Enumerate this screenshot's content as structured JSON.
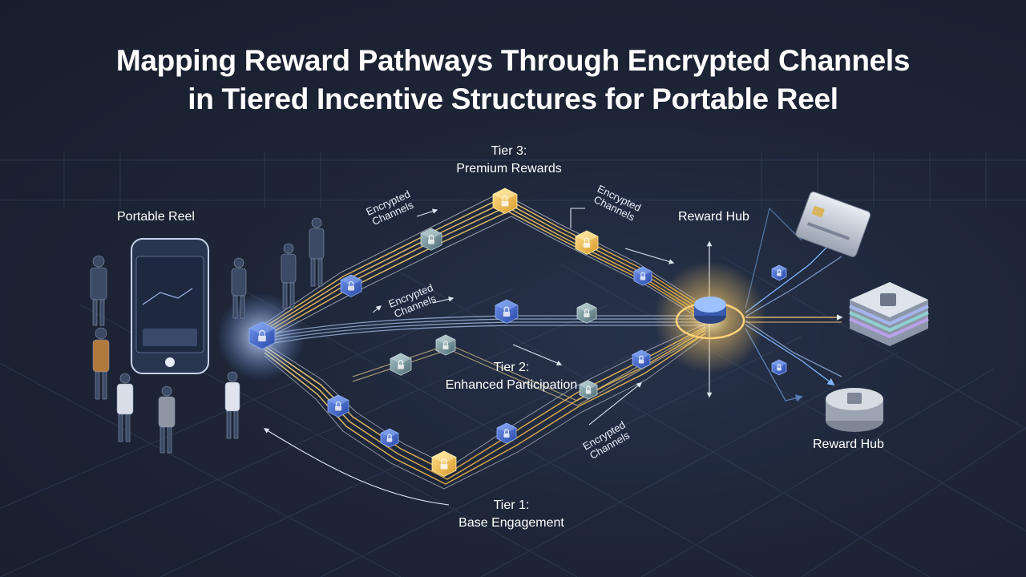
{
  "title": {
    "line1": "Mapping Reward Pathways Through Encrypted Channels",
    "line2": "in Tiered Incentive Structures for Portable Reel"
  },
  "labels": {
    "portable_reel": "Portable Reel",
    "reward_hub_top": "Reward Hub",
    "reward_hub_bottom": "Reward Hub",
    "tier3_line1": "Tier 3:",
    "tier3_line2": "Premium Rewards",
    "tier2_line1": "Tier 2:",
    "tier2_line2": "Enhanced Participation",
    "tier1_line1": "Tier 1:",
    "tier1_line2": "Base Engagement"
  },
  "encrypted_channels": [
    {
      "line1": "Encrypted",
      "line2": "Channels"
    },
    {
      "line1": "Encrypted",
      "line2": "Channels"
    },
    {
      "line1": "Encrypted",
      "line2": "Channels"
    },
    {
      "line1": "Encrypted",
      "line2": "Channels"
    }
  ],
  "colors": {
    "background": "#1b2233",
    "tier3_gold": "#f2c14e",
    "tier2_glow": "#9fb8e6",
    "tier1_gold": "#f0b84a",
    "lock_blue": "#3b5fc9",
    "hub_glow": "#ffd27a"
  },
  "icons": [
    "lock-icon",
    "credit-card-icon",
    "vault-stack-icon",
    "coin-stack-icon",
    "smartphone-icon"
  ]
}
